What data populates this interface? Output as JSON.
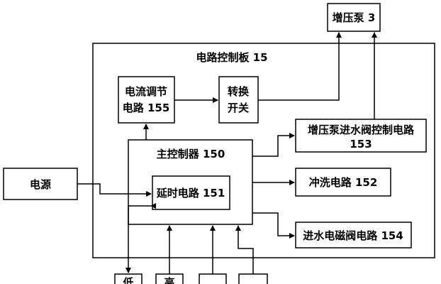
{
  "board": {
    "label": "电路控制板 15"
  },
  "pump": {
    "label": "增压泵 3"
  },
  "power": {
    "label": "电源"
  },
  "current_regulator": {
    "line1": "电流调节",
    "line2": "电路 155"
  },
  "switch": {
    "line1": "转换",
    "line2": "开关"
  },
  "main_controller": {
    "label": "主控制器 150"
  },
  "delay_circuit": {
    "label": "延时电路 151"
  },
  "pump_valve_control": {
    "line1": "增压泵进水阀控制电路",
    "line2": "153"
  },
  "flush_circuit": {
    "label": "冲洗电路 152"
  },
  "solenoid_circuit": {
    "label": "进水电磁阀电路 154"
  },
  "bottom_inputs": [
    {
      "label": "低"
    },
    {
      "label": "高"
    },
    {
      "label": ""
    },
    {
      "label": ""
    }
  ],
  "colors": {
    "stroke": "#000000",
    "background": "#ffffff"
  }
}
